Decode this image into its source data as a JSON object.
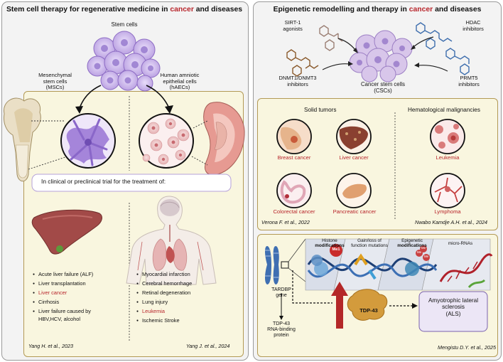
{
  "left": {
    "title_a": "Stem cell therapy for regenerative medicine in ",
    "title_b": "cancer",
    "title_c": " and diseases",
    "stem_cells": "Stem cells",
    "msc_l1": "Mesenchymal",
    "msc_l2": "stem cells",
    "msc_l3": "(MSCs)",
    "haec_l1": "Human amniotic",
    "haec_l2": "epithelial cells",
    "haec_l3": "(hAECs)",
    "trial_banner": "In clinical or preclinical trial for the treatment of:",
    "liver_list": [
      "Acute liver failure (ALF)",
      "Liver transplantation",
      "Liver cancer",
      "Cirrhosis",
      "Liver failure caused by",
      "HBV,HCV, alcohol"
    ],
    "organ_list": [
      "Myocardial infarction",
      "Cerebral hemorrhage",
      "Retinal degeneration",
      "Lung injury",
      "Leukemia",
      "Ischemic Stroke"
    ],
    "cite_left": "Yang H. et al., 2023",
    "cite_right": "Yang J. et al., 2024"
  },
  "right": {
    "title_a": "Epigenetic remodelling and therapy in ",
    "title_b": "cancer",
    "title_c": " and diseases",
    "sirt_l1": "SIRT-1",
    "sirt_l2": "agonists",
    "hdac_l1": "HDAC",
    "hdac_l2": "inhibitors",
    "dnmt_l1": "DNMT1/DNMT3",
    "dnmt_l2": "inhibitors",
    "prmt_l1": "PRMT5",
    "prmt_l2": "inhibitors",
    "csc_l1": "Cancer stem cells",
    "csc_l2": "(CSCs)",
    "solid": "Solid tumors",
    "heme": "Hematological malignancies",
    "breast": "Breast cancer",
    "liver": "Liver cancer",
    "colorectal": "Colorectal cancer",
    "pancreatic": "Pancreatic cancer",
    "leukemia": "Leukemia",
    "lymphoma": "Lymphoma",
    "cite_a": "Verona F. et al., 2022",
    "cite_b": "Nwabo Kamdje A.H. et al., 2024",
    "histone_l1": "Histone",
    "histone_l2": "modifications",
    "gain_l1": "Gain/loss of",
    "gain_l2": "function mutations",
    "epi_l1": "Epigenetic",
    "epi_l2": "modifications",
    "mirna": "micro-RNAs",
    "me1": "Me1",
    "me": "Me",
    "tardbp_l1": "TARDBP",
    "tardbp_l2": "gene",
    "tdp_l1": "TDP-43",
    "tdp_l2": "RNA-binding",
    "tdp_l3": "protein",
    "tdp43": "TDP-43",
    "als_l1": "Amyotrophic lateral",
    "als_l2": "sclerosis",
    "als_l3": "(ALS)",
    "cite_c": "Mengistu D.Y. et al., 2025"
  }
}
